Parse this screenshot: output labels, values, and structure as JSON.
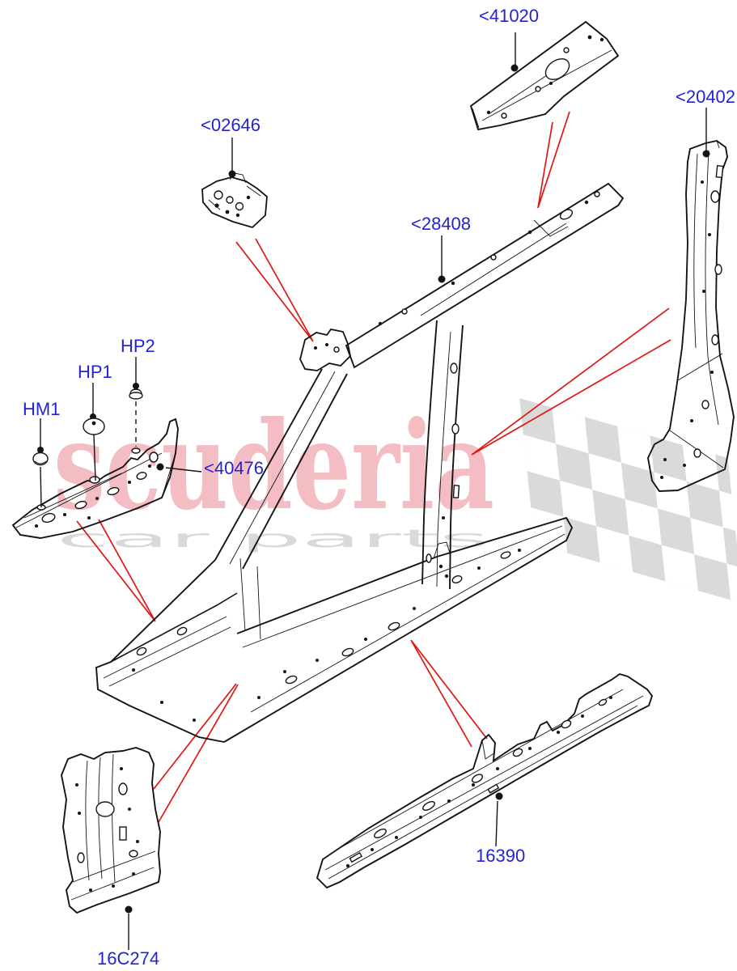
{
  "diagram": {
    "description": "Exploded body side panel parts diagram",
    "labels": {
      "l41020": {
        "text": "<41020"
      },
      "l20402": {
        "text": "<20402"
      },
      "l02646": {
        "text": "<02646"
      },
      "l28408": {
        "text": "<28408"
      },
      "l40476": {
        "text": "<40476"
      },
      "l16390": {
        "text": "16390"
      },
      "l16c274": {
        "text": "16C274"
      },
      "hp2": {
        "text": "HP2"
      },
      "hp1": {
        "text": "HP1"
      },
      "hm1": {
        "text": "HM1"
      }
    },
    "watermark": {
      "brand": "scuderia",
      "tagline": "car parts"
    },
    "colors": {
      "label_blue": "#2323d1",
      "pointer_red": "#e01613",
      "line_black": "#141414",
      "watermark_pink": "#f3bdc3",
      "watermark_gray": "#d9d9d9",
      "flag_gray": "#dadada"
    }
  }
}
